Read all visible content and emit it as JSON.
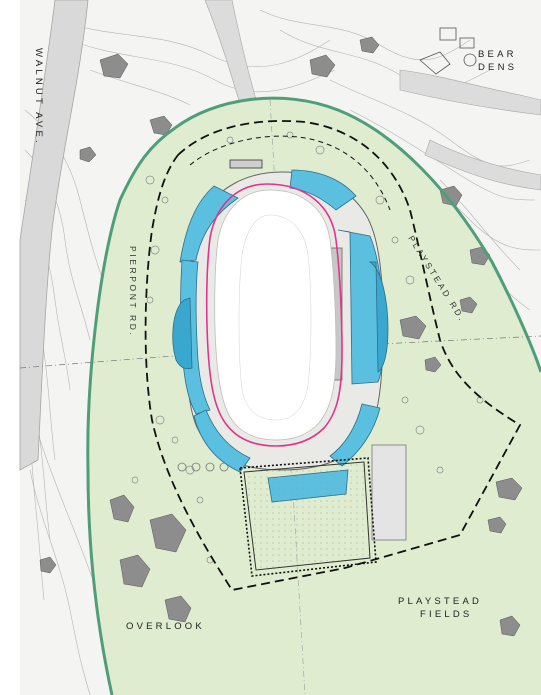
{
  "labels": {
    "walnut_ave": "WALNUT AVE.",
    "bear_dens_1": "BEAR",
    "bear_dens_2": "DENS",
    "pierpont_rd": "PIERPONT RD.",
    "playstead_rd": "PLAYSTEAD RD.",
    "playstead_fields_1": "PLAYSTEAD",
    "playstead_fields_2": "FIELDS",
    "overlook": "OVERLOOK"
  },
  "colors": {
    "park_fill": "#dfeccf",
    "green_boundary": "#4e9e78",
    "seating": "#5bbfe0",
    "seating_dark": "#3aa7cf",
    "track_outline": "#e0358c",
    "rock": "#8d8d8d",
    "road": "#d9d9d9",
    "dashed_line": "#111111"
  }
}
